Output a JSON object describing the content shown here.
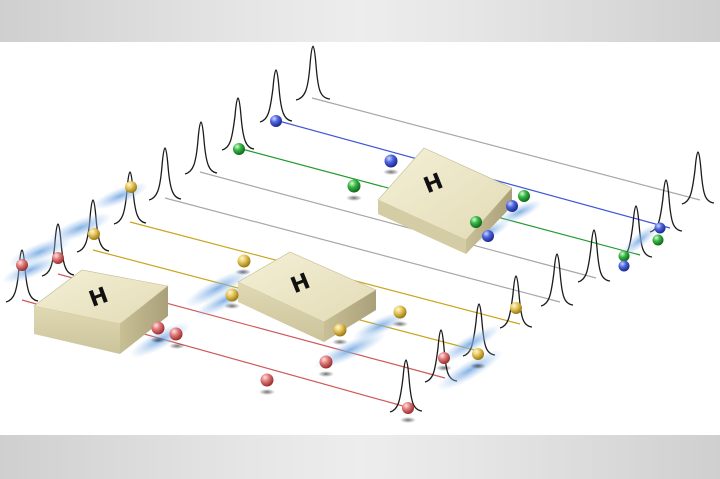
{
  "figure": {
    "gates": [
      {
        "label": "H"
      },
      {
        "label": "H"
      },
      {
        "label": "H"
      }
    ],
    "colors": {
      "blue": "#3f55d8",
      "green": "#1f9a2c",
      "yellow": "#c9a51f",
      "red": "#cf5a5a",
      "gray_rail": "#9b9b9b",
      "box_face": "#ded7b0",
      "box_side": "#bcb48e",
      "pulse": "#1b1b1b",
      "glow": "#8fb7e6"
    }
  }
}
